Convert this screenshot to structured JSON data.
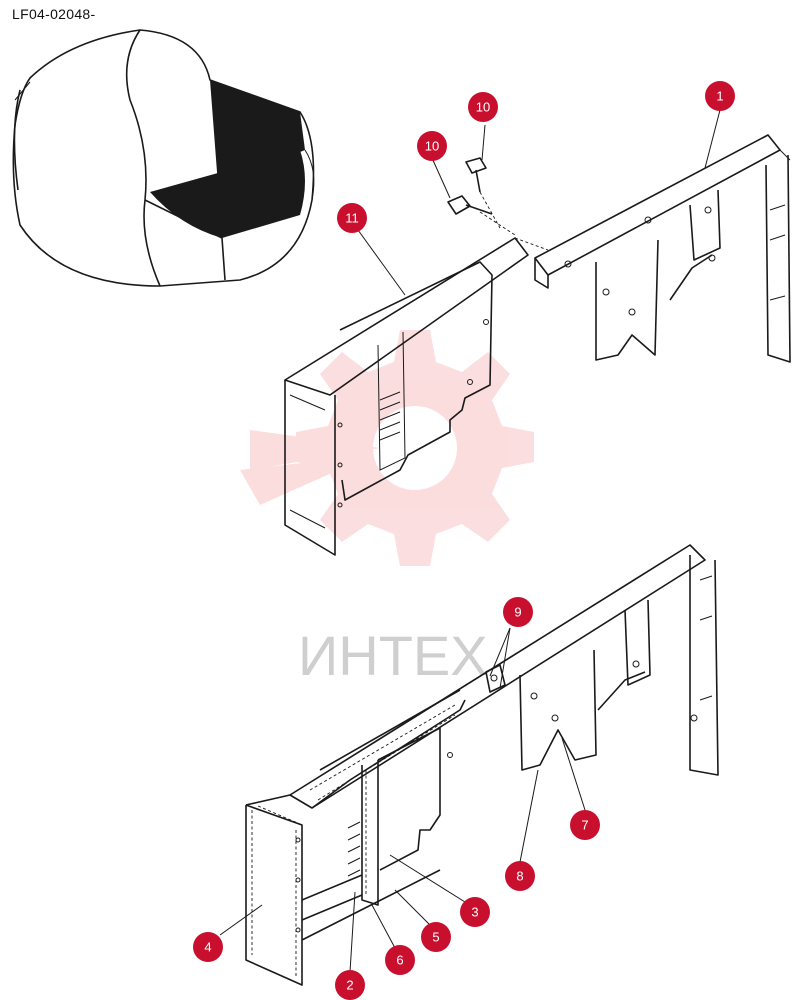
{
  "drawing_code": "LF04-02048-",
  "watermark": {
    "text": "ИНТЕХ",
    "color": "#e8333a"
  },
  "callout_color": "#c8102e",
  "callouts": [
    {
      "id": "c1",
      "label": "1"
    },
    {
      "id": "c2",
      "label": "2"
    },
    {
      "id": "c3",
      "label": "3"
    },
    {
      "id": "c4",
      "label": "4"
    },
    {
      "id": "c5",
      "label": "5"
    },
    {
      "id": "c6",
      "label": "6"
    },
    {
      "id": "c7",
      "label": "7"
    },
    {
      "id": "c8",
      "label": "8"
    },
    {
      "id": "c9",
      "label": "9"
    },
    {
      "id": "c10a",
      "label": "10"
    },
    {
      "id": "c10b",
      "label": "10"
    },
    {
      "id": "c11",
      "label": "11"
    }
  ]
}
